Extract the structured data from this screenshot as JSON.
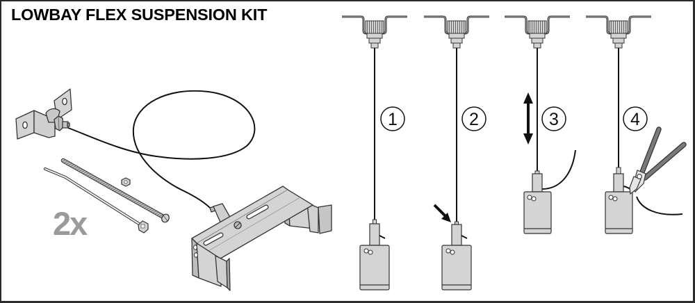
{
  "diagram": {
    "title": "LOWBAY FLEX SUSPENSION KIT",
    "kit_quantity_label": "2x",
    "colors": {
      "line": "#111111",
      "metal_fill": "#d4d4d4",
      "metal_dark": "#a9a9a9",
      "plier_handle": "#7a7a7a",
      "quantity_text": "#9a9a9a",
      "frame": "#2b2b2b",
      "background": "#ffffff"
    },
    "kit_contents": [
      {
        "name": "wall-bracket-with-cable-gripper",
        "icon": "wall-bracket-icon"
      },
      {
        "name": "steel-suspension-cable",
        "icon": "cable-icon"
      },
      {
        "name": "threaded-rod",
        "icon": "threaded-rod-icon"
      },
      {
        "name": "hex-nut",
        "icon": "hex-nut-icon"
      },
      {
        "name": "cable-tie",
        "icon": "cable-tie-icon"
      },
      {
        "name": "mounting-bracket",
        "icon": "mounting-bracket-icon"
      }
    ],
    "steps": [
      {
        "number": "1",
        "action": "hang-luminaire",
        "indicator": "none"
      },
      {
        "number": "2",
        "action": "press-gripper-release",
        "indicator": "arrow-down-right-icon"
      },
      {
        "number": "3",
        "action": "adjust-height",
        "indicator": "double-arrow-vertical-icon"
      },
      {
        "number": "4",
        "action": "cut-excess-cable",
        "indicator": "side-cutter-pliers-icon"
      }
    ]
  }
}
